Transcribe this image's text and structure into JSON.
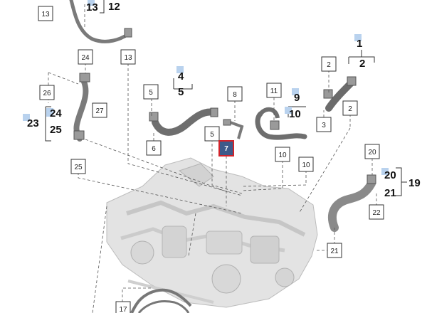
{
  "diagram": {
    "highlight_color": "#d2232a",
    "highlight_fill": "#3d5a8a",
    "callouts": [
      {
        "id": "c13a",
        "label": "13"
      },
      {
        "id": "c24",
        "label": "24"
      },
      {
        "id": "c13b",
        "label": "13"
      },
      {
        "id": "c26",
        "label": "26"
      },
      {
        "id": "c27",
        "label": "27"
      },
      {
        "id": "c25",
        "label": "25"
      },
      {
        "id": "c5a",
        "label": "5"
      },
      {
        "id": "c6",
        "label": "6"
      },
      {
        "id": "c5b",
        "label": "5"
      },
      {
        "id": "c8",
        "label": "8"
      },
      {
        "id": "c7",
        "label": "7",
        "highlight": true
      },
      {
        "id": "c11",
        "label": "11"
      },
      {
        "id": "c10a",
        "label": "10"
      },
      {
        "id": "c10b",
        "label": "10"
      },
      {
        "id": "c2a",
        "label": "2"
      },
      {
        "id": "c3",
        "label": "3"
      },
      {
        "id": "c2b",
        "label": "2"
      },
      {
        "id": "c20",
        "label": "20"
      },
      {
        "id": "c22",
        "label": "22"
      },
      {
        "id": "c21",
        "label": "21"
      },
      {
        "id": "c17",
        "label": "17"
      }
    ],
    "groups": [
      {
        "id": "g13_12",
        "labels": [
          "13",
          "12"
        ]
      },
      {
        "id": "g23",
        "labels": [
          "23",
          "24",
          "25"
        ]
      },
      {
        "id": "g4_5",
        "labels": [
          "4",
          "5"
        ]
      },
      {
        "id": "g9_10",
        "labels": [
          "9",
          "10"
        ]
      },
      {
        "id": "g1_2",
        "labels": [
          "1",
          "2"
        ]
      },
      {
        "id": "g19",
        "labels": [
          "19",
          "20",
          "21"
        ]
      }
    ]
  }
}
